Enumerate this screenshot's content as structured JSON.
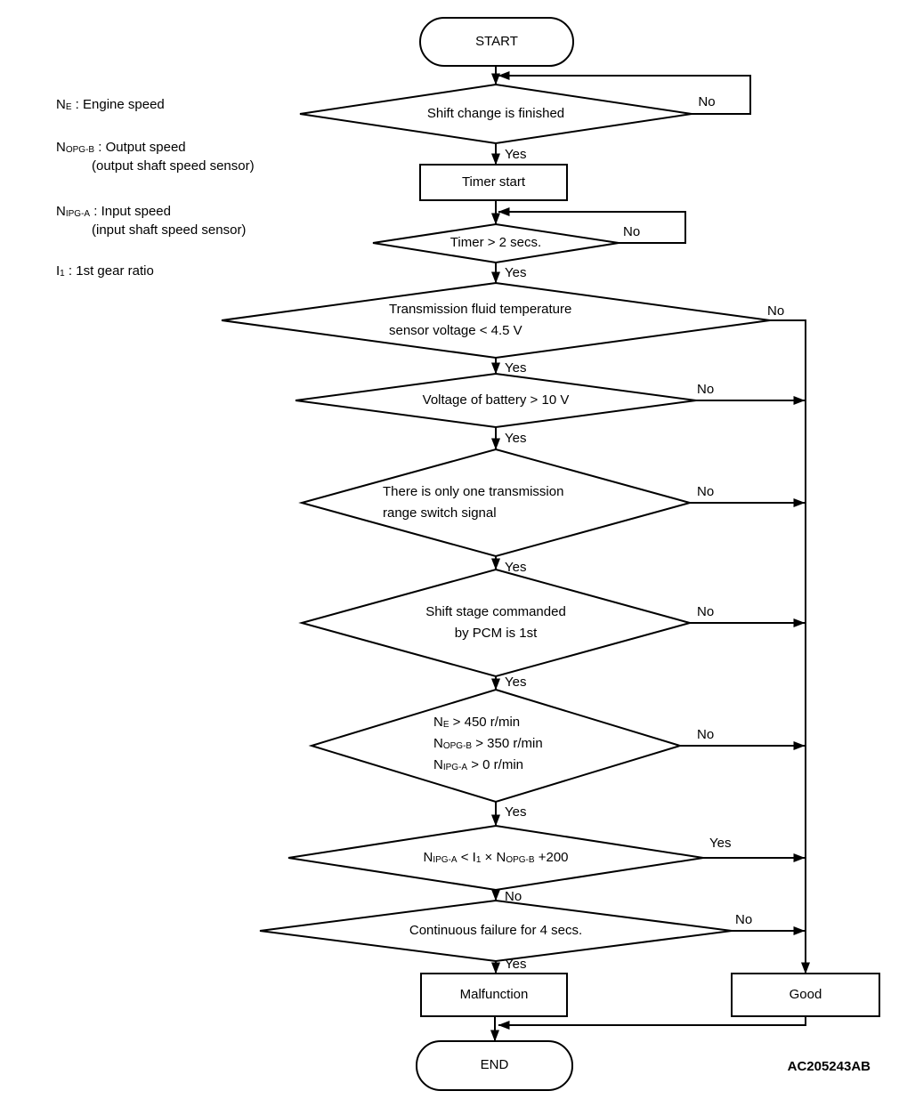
{
  "figure_code": "AC205243AB",
  "colors": {
    "line": "#000000",
    "text": "#000000",
    "background": "#ffffff"
  },
  "nodes": {
    "start": "START",
    "shift_change": "Shift change is finished",
    "timer_start": "Timer start",
    "timer": "Timer > 2 secs.",
    "fluid_temp": "Transmission fluid temperature\nsensor voltage < 4.5 V",
    "battery": "Voltage of battery > 10 V",
    "range_switch": "There is only one transmission\nrange switch signal",
    "shift_stage": "Shift stage commanded\nby PCM is 1st",
    "speeds_lines": [
      [
        {
          "t": "N"
        },
        {
          "t": "E",
          "sub": true
        },
        {
          "t": " > 450 r/min"
        }
      ],
      [
        {
          "t": "N"
        },
        {
          "t": "OPG-B",
          "sub": true
        },
        {
          "t": " > 350 r/min"
        }
      ],
      [
        {
          "t": "N"
        },
        {
          "t": "IPG-A",
          "sub": true
        },
        {
          "t": " > 0 r/min"
        }
      ]
    ],
    "formula": [
      {
        "t": "N"
      },
      {
        "t": "IPG-A",
        "sub": true
      },
      {
        "t": " < I"
      },
      {
        "t": "1",
        "sub": true
      },
      {
        "t": " × N"
      },
      {
        "t": "OPG-B",
        "sub": true
      },
      {
        "t": " +200"
      }
    ],
    "continuous_failure": "Continuous failure for 4 secs.",
    "malfunction": "Malfunction",
    "good": "Good",
    "end": "END"
  },
  "edges": {
    "shift_change": {
      "yes": "Yes",
      "no": "No"
    },
    "timer": {
      "yes": "Yes",
      "no": "No"
    },
    "fluid_temp": {
      "yes": "Yes",
      "no": "No"
    },
    "battery": {
      "yes": "Yes",
      "no": "No"
    },
    "range_switch": {
      "yes": "Yes",
      "no": "No"
    },
    "shift_stage": {
      "yes": "Yes",
      "no": "No"
    },
    "speeds": {
      "yes": "Yes",
      "no": "No"
    },
    "formula": {
      "yes": "Yes",
      "no": "No"
    },
    "continuous_failure": {
      "yes": "Yes",
      "no": "No"
    }
  },
  "legend": {
    "items": [
      {
        "line": [
          {
            "t": "N"
          },
          {
            "t": "E",
            "sub": true
          },
          {
            "t": " : Engine speed"
          }
        ],
        "note": ""
      },
      {
        "line": [
          {
            "t": "N"
          },
          {
            "t": "OPG-B",
            "sub": true
          },
          {
            "t": " : Output speed"
          }
        ],
        "note": "(output shaft speed sensor)"
      },
      {
        "line": [
          {
            "t": "N"
          },
          {
            "t": "IPG-A",
            "sub": true
          },
          {
            "t": " : Input speed"
          }
        ],
        "note": "(input shaft speed sensor)"
      },
      {
        "line": [
          {
            "t": "I"
          },
          {
            "t": "1",
            "sub": true
          },
          {
            "t": " : 1st gear ratio"
          }
        ],
        "note": ""
      }
    ]
  }
}
